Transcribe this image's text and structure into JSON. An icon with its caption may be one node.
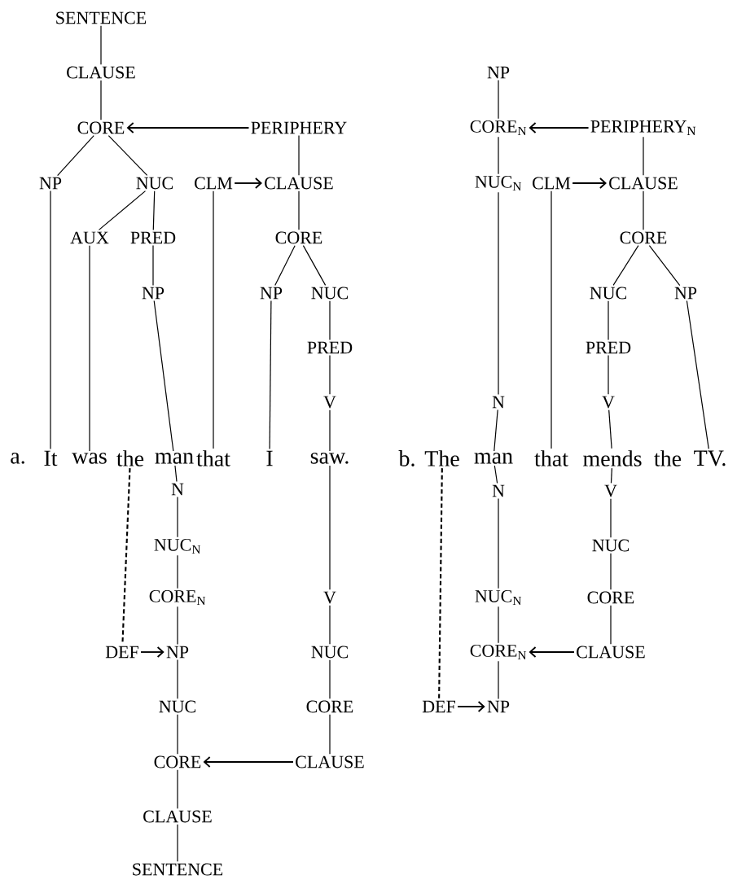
{
  "diagram": {
    "nodes": [
      {
        "text": [
          "SENTENCE"
        ]
      },
      {
        "text": [
          "CLAUSE"
        ]
      },
      {
        "text": [
          "CORE"
        ]
      },
      {
        "text": [
          "PERIPHERY"
        ]
      },
      {
        "text": [
          "NP"
        ]
      },
      {
        "text": [
          "NUC"
        ]
      },
      {
        "text": [
          "CLM"
        ]
      },
      {
        "text": [
          "CLAUSE"
        ]
      },
      {
        "text": [
          "AUX"
        ]
      },
      {
        "text": [
          "PRED"
        ]
      },
      {
        "text": [
          "CORE"
        ]
      },
      {
        "text": [
          "NP"
        ]
      },
      {
        "text": [
          "NP"
        ]
      },
      {
        "text": [
          "NUC"
        ]
      },
      {
        "text": [
          "PRED"
        ]
      },
      {
        "text": [
          "V"
        ]
      },
      {
        "text": [
          "NP"
        ]
      },
      {
        "text": [
          "CORE$_{N}$"
        ]
      },
      {
        "text": [
          "PERIPHERY$_{N}$"
        ]
      },
      {
        "text": [
          "NUC$_{N}$"
        ]
      },
      {
        "text": [
          "CLM"
        ]
      },
      {
        "text": [
          "CLAUSE"
        ]
      },
      {
        "text": [
          "CORE"
        ]
      },
      {
        "text": [
          "NUC"
        ]
      },
      {
        "text": [
          "NP"
        ]
      },
      {
        "text": [
          "PRED"
        ]
      },
      {
        "text": [
          "N"
        ]
      },
      {
        "text": [
          "V"
        ]
      },
      {
        "text": [
          "It"
        ]
      },
      {
        "text": [
          "was"
        ]
      },
      {
        "text": [
          "the"
        ]
      },
      {
        "text": [
          "man"
        ]
      },
      {
        "text": [
          "that"
        ]
      },
      {
        "text": [
          "I"
        ]
      },
      {
        "text": [
          "saw."
        ]
      },
      {
        "text": [
          "The"
        ]
      },
      {
        "text": [
          "man"
        ]
      },
      {
        "text": [
          "that"
        ]
      },
      {
        "text": [
          "mends"
        ]
      },
      {
        "text": [
          "TV."
        ]
      },
      {
        "text": [
          "N"
        ]
      },
      {
        "text": [
          "NUC$_{N}$"
        ]
      },
      {
        "text": [
          "CORE$_{N}$"
        ]
      },
      {
        "text": [
          "DEF"
        ]
      },
      {
        "text": [
          "NP"
        ]
      },
      {
        "text": [
          "NUC"
        ]
      },
      {
        "text": [
          "CORE"
        ]
      },
      {
        "text": [
          "CLAUSE"
        ]
      },
      {
        "text": [
          "SENTENCE"
        ]
      },
      {
        "text": [
          "V"
        ]
      },
      {
        "text": [
          "NUC"
        ]
      },
      {
        "text": [
          "CORE"
        ]
      },
      {
        "text": [
          "CLAUSE"
        ]
      },
      {
        "text": [
          "N"
        ]
      },
      {
        "text": [
          "NUC$_{N}$"
        ]
      },
      {
        "text": [
          "CORE$_{N}$"
        ]
      },
      {
        "text": [
          "DEF"
        ]
      },
      {
        "text": [
          "NP"
        ]
      },
      {
        "text": [
          "V"
        ]
      },
      {
        "text": [
          "NUC"
        ]
      },
      {
        "text": [
          "CORE"
        ]
      },
      {
        "text": [
          "CLAUSE"
        ]
      }
    ],
    "edges": [
      {
        "from": 0,
        "to": 1,
        "arrow": "none"
      },
      {
        "from": 1,
        "to": 2,
        "arrow": "none"
      },
      {
        "from": 3,
        "to": 2,
        "arrow": "to"
      },
      {
        "from": 2,
        "to": 4,
        "arrow": "none"
      },
      {
        "from": 2,
        "to": 5,
        "arrow": "none"
      },
      {
        "from": 3,
        "to": 7,
        "arrow": "none"
      },
      {
        "from": 6,
        "to": 7,
        "arrow": "to"
      },
      {
        "from": 5,
        "to": 8,
        "arrow": "none"
      },
      {
        "from": 5,
        "to": 9,
        "arrow": "none"
      },
      {
        "from": 7,
        "to": 10,
        "arrow": "none"
      },
      {
        "from": 9,
        "to": 11,
        "arrow": "none"
      },
      {
        "from": 10,
        "to": 12,
        "arrow": "none"
      },
      {
        "from": 10,
        "to": 13,
        "arrow": "none"
      },
      {
        "from": 13,
        "to": 14,
        "arrow": "none"
      },
      {
        "from": 14,
        "to": 15,
        "arrow": "none"
      },
      {
        "from": 4,
        "to": 28,
        "arrow": "none"
      },
      {
        "from": 8,
        "to": 29,
        "arrow": "none"
      },
      {
        "from": 11,
        "to": 31,
        "arrow": "none"
      },
      {
        "from": 6,
        "to": 32,
        "arrow": "none"
      },
      {
        "from": 12,
        "to": 33,
        "arrow": "none"
      },
      {
        "from": 15,
        "to": 34,
        "arrow": "none"
      },
      {
        "from": 16,
        "to": 17,
        "arrow": "none"
      },
      {
        "from": 18,
        "to": 17,
        "arrow": "to"
      },
      {
        "from": 17,
        "to": 19,
        "arrow": "none"
      },
      {
        "from": 18,
        "to": 21,
        "arrow": "none"
      },
      {
        "from": 20,
        "to": 21,
        "arrow": "to"
      },
      {
        "from": 21,
        "to": 22,
        "arrow": "none"
      },
      {
        "from": 22,
        "to": 23,
        "arrow": "none"
      },
      {
        "from": 22,
        "to": 24,
        "arrow": "none"
      },
      {
        "from": 23,
        "to": 25,
        "arrow": "none"
      },
      {
        "from": 25,
        "to": 27,
        "arrow": "none"
      },
      {
        "from": 19,
        "to": 26,
        "arrow": "none"
      },
      {
        "from": 26,
        "to": 36,
        "arrow": "none"
      },
      {
        "from": 20,
        "to": 37,
        "arrow": "none"
      },
      {
        "from": 27,
        "to": 38,
        "arrow": "none"
      },
      {
        "from": 24,
        "to": 39,
        "arrow": "none"
      },
      {
        "from": 31,
        "to": 40,
        "arrow": "none"
      },
      {
        "from": 40,
        "to": 41,
        "arrow": "none"
      },
      {
        "from": 41,
        "to": 42,
        "arrow": "none"
      },
      {
        "from": 42,
        "to": 44,
        "arrow": "none"
      },
      {
        "from": 43,
        "to": 44,
        "arrow": "to"
      },
      {
        "from": 30,
        "to": 43,
        "arrow": "none",
        "style": "dashed"
      },
      {
        "from": 44,
        "to": 45,
        "arrow": "none"
      },
      {
        "from": 45,
        "to": 46,
        "arrow": "none"
      },
      {
        "from": 46,
        "to": 47,
        "arrow": "none"
      },
      {
        "from": 47,
        "to": 48,
        "arrow": "none"
      },
      {
        "from": 34,
        "to": 49,
        "arrow": "none"
      },
      {
        "from": 49,
        "to": 50,
        "arrow": "none"
      },
      {
        "from": 50,
        "to": 51,
        "arrow": "none"
      },
      {
        "from": 51,
        "to": 52,
        "arrow": "none"
      },
      {
        "from": 52,
        "to": 46,
        "arrow": "to"
      },
      {
        "from": 36,
        "to": 53,
        "arrow": "none"
      },
      {
        "from": 53,
        "to": 54,
        "arrow": "none"
      },
      {
        "from": 54,
        "to": 55,
        "arrow": "none"
      },
      {
        "from": 55,
        "to": 57,
        "arrow": "none"
      },
      {
        "from": 56,
        "to": 57,
        "arrow": "to"
      },
      {
        "from": 35,
        "to": 56,
        "arrow": "none",
        "style": "dashed"
      },
      {
        "from": 38,
        "to": 58,
        "arrow": "none"
      },
      {
        "from": 58,
        "to": 59,
        "arrow": "none"
      },
      {
        "from": 59,
        "to": 60,
        "arrow": "none"
      },
      {
        "from": 60,
        "to": 61,
        "arrow": "none"
      },
      {
        "from": 61,
        "to": 55,
        "arrow": "to"
      }
    ],
    "labels": [
      "a.",
      "b.",
      "the"
    ]
  }
}
